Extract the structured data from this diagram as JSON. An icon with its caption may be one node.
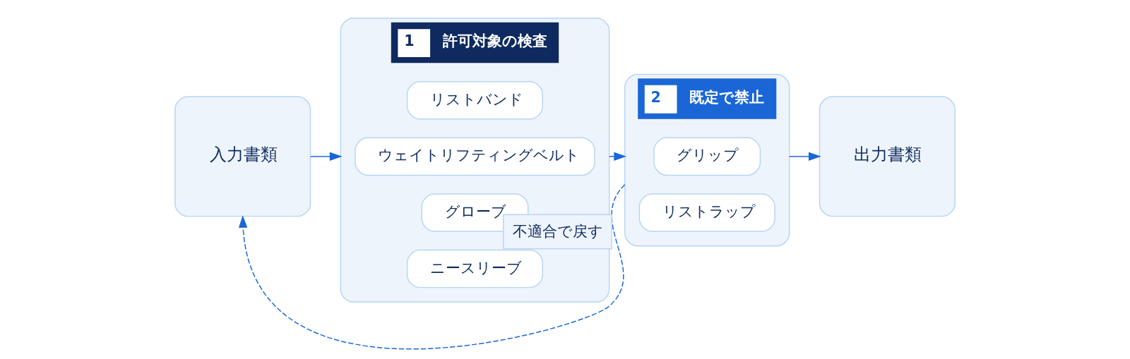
{
  "diagram": {
    "nodes": [
      {
        "text": [
          "入力書類"
        ]
      },
      {
        "text": [
          "1",
          "許可対象の検査"
        ]
      },
      {
        "text": [
          "ニースリーブ"
        ],
        "in": 1
      },
      {
        "text": [
          "グローブ"
        ],
        "in": 1
      },
      {
        "text": [
          "ウェイトリフティングベルト"
        ],
        "in": 1
      },
      {
        "text": [
          "リストバンド"
        ],
        "in": 1
      },
      {
        "text": [
          "2",
          "既定で禁止"
        ]
      },
      {
        "text": [
          "リストラップ"
        ],
        "in": 6
      },
      {
        "text": [
          "グリップ"
        ],
        "in": 6
      },
      {
        "text": [
          "出力書類"
        ]
      }
    ],
    "edges": [
      {
        "from": 0,
        "to": 1,
        "arrow": "to"
      },
      {
        "from": 1,
        "to": 6,
        "arrow": "to"
      },
      {
        "from": 6,
        "to": 9,
        "arrow": "to"
      },
      {
        "from": 6,
        "to": 0,
        "arrow": "to",
        "label": "不適合で戻す",
        "style": "dashed"
      }
    ]
  }
}
